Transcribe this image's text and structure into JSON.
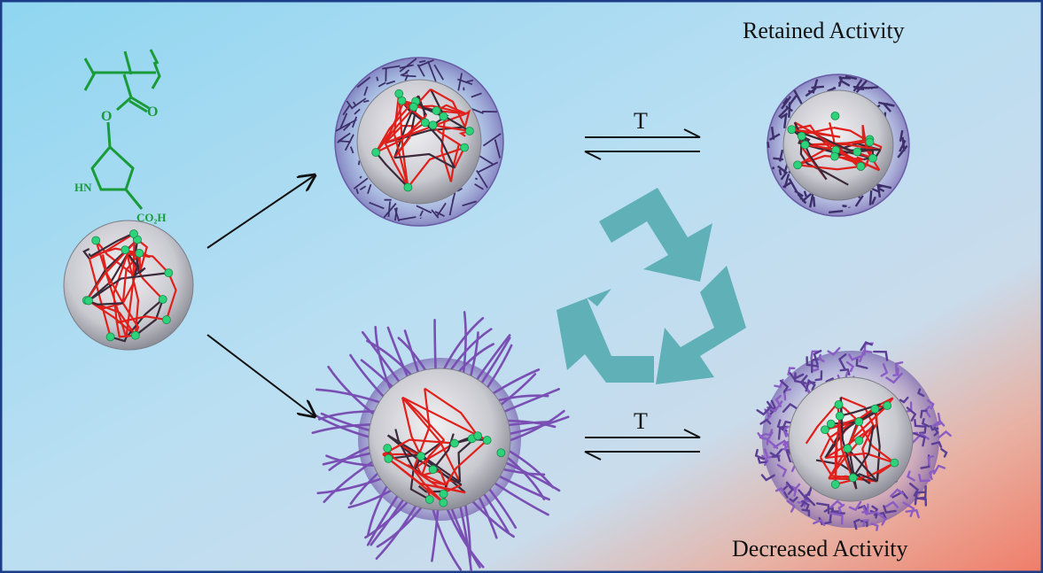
{
  "labels": {
    "retained": "Retained Activity",
    "decreased": "Decreased Activity",
    "arrow_top": "T",
    "arrow_bottom": "T"
  },
  "chem": {
    "oxygen_ester": "O",
    "oxygen_carbonyl": "O",
    "amine": "HN",
    "acid": "CO₂H"
  },
  "colors": {
    "bg_blue_light": "#d7e9f6",
    "bg_blue": "#8fd0ee",
    "bg_red": "#f08a78",
    "chem_green": "#1a9b3a",
    "network_red": "#e0201b",
    "network_dark": "#3a2a3a",
    "bead_green": "#2ed27a",
    "shell_purple": "#7a4fb3",
    "recycle_teal": "#5fb0b7"
  },
  "particles": [
    {
      "id": "core",
      "shell": "none"
    },
    {
      "id": "top-compact",
      "shell": "mesh"
    },
    {
      "id": "top-compact-after",
      "shell": "mesh-thin"
    },
    {
      "id": "bottom-brush",
      "shell": "brush"
    },
    {
      "id": "bottom-collapsed",
      "shell": "collapsed"
    }
  ]
}
